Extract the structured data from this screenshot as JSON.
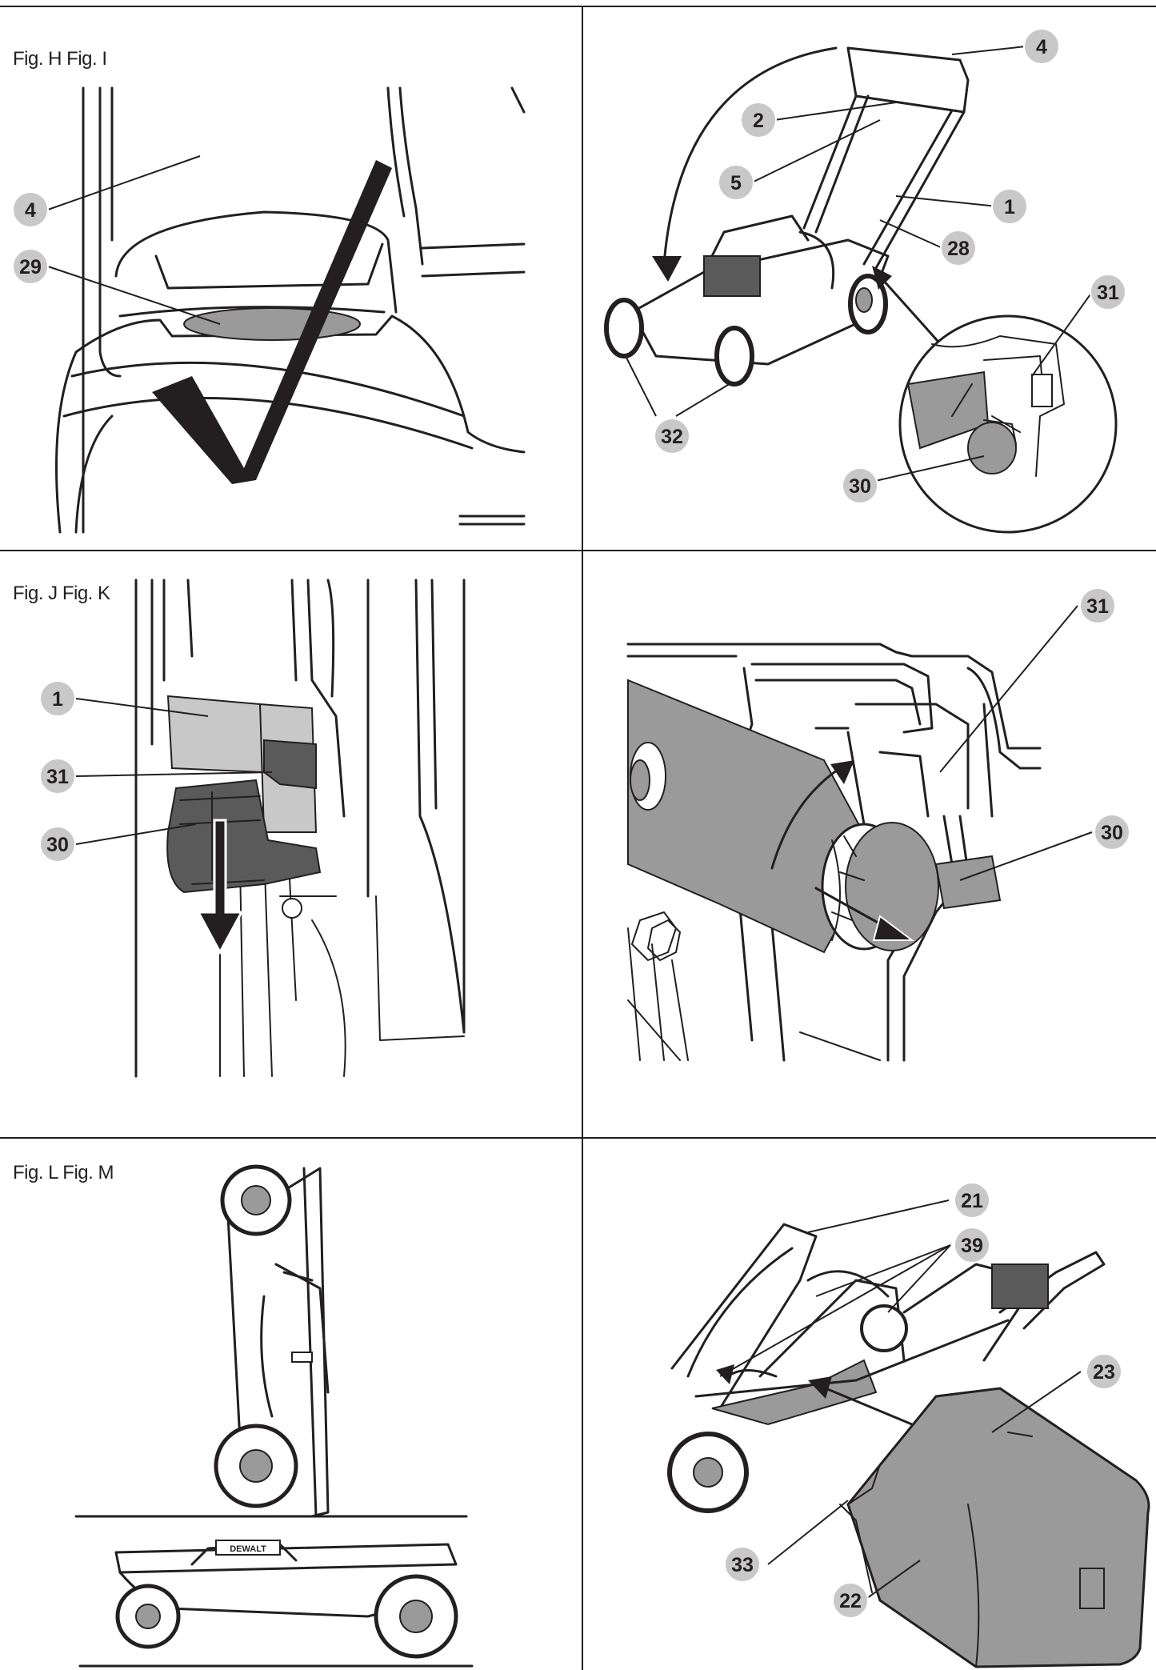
{
  "figure_labels": {
    "row1": "Fig. H Fig. I",
    "row2": "Fig. J Fig. K",
    "row3": "Fig. L Fig. M"
  },
  "callouts": {
    "fig_h": [
      "4",
      "29"
    ],
    "fig_i": [
      "4",
      "2",
      "5",
      "1",
      "28",
      "31",
      "32",
      "30"
    ],
    "fig_j": [
      "1",
      "31",
      "30"
    ],
    "fig_k": [
      "31",
      "30"
    ],
    "fig_l": [],
    "fig_m": [
      "21",
      "39",
      "23",
      "33",
      "22"
    ]
  },
  "brand_marking": "DEWALT",
  "colors": {
    "line": "#231f20",
    "callout_fill": "#c8c8c8",
    "part_fill": "#9a9a9a",
    "dark_part": "#5a5a5a"
  }
}
